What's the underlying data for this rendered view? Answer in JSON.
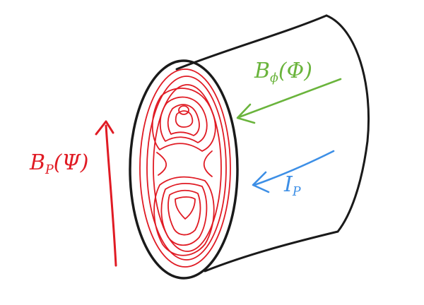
{
  "labels": {
    "poloidal_field": {
      "main": "B",
      "sub": "P",
      "arg": "(Ψ)"
    },
    "toroidal_field": {
      "main": "B",
      "sub": "ϕ",
      "arg": "(Φ)"
    },
    "plasma_current": {
      "main": "I",
      "sub": "P",
      "arg": ""
    }
  },
  "colors": {
    "outline": "#1a1a1a",
    "poloidal": "#e01b24",
    "toroidal": "#6ab43c",
    "current": "#3d8fe6",
    "background": "#ffffff"
  }
}
